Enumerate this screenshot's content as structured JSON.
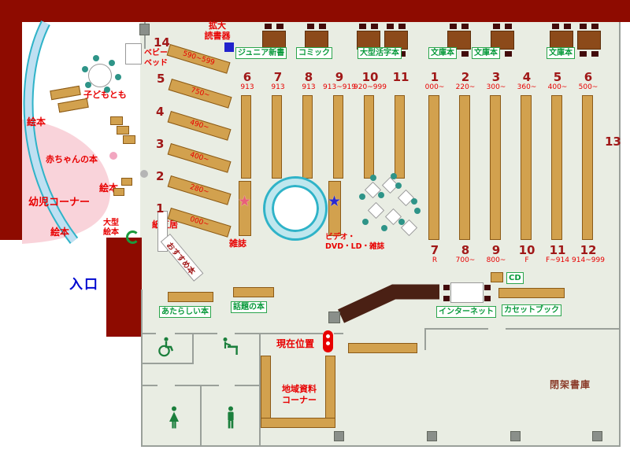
{
  "colors": {
    "wall": "#8e0b00",
    "floor": "#e9ede3",
    "shelf": "#d2a14e",
    "red_label": "#e80000",
    "green_label": "#0a9a3c",
    "entrance_blue": "#0008d0",
    "cyan": "#2fb3c8",
    "pink_zone": "#f9d3da"
  },
  "icons": {
    "star": "★"
  },
  "kids": {
    "corner": "幼児コーナー",
    "ehon_1": "絵本",
    "ehon_2": "絵本",
    "ehon_3": "絵本",
    "baby_books": "赤ちゃんの本",
    "kodomo_tomo": "子どもとも",
    "baby_bed_1": "ベビー",
    "baby_bed_2": "ベッド",
    "large_ehon_1": "大型",
    "large_ehon_2": "絵本",
    "kamishibai": "紙芝居"
  },
  "labels": {
    "entrance": "入口",
    "magnifier_1": "拡大",
    "magnifier_2": "読書器",
    "recommended": "おすすめ本",
    "magazines": "雑誌",
    "av_1": "ビデオ・",
    "av_2": "DVD・LD・雑誌",
    "new_books": "あたらしい本",
    "topic_books": "話題の本",
    "internet": "インターネット",
    "cd": "CD",
    "cassette_books": "カセットブック",
    "regional_1": "地域資料",
    "regional_2": "コーナー",
    "closed_stacks": "閉架書庫",
    "current_location": "現在位置",
    "shelf_13": "13"
  },
  "genres": [
    "ジュニア新書",
    "コミック",
    "大型活字本",
    "文庫本",
    "文庫本",
    "文庫本"
  ],
  "kids_stacks": [
    {
      "no": "14",
      "range": "590~599"
    },
    {
      "no": "5",
      "range": "750~"
    },
    {
      "no": "4",
      "range": "490~"
    },
    {
      "no": "3",
      "range": "400~"
    },
    {
      "no": "2",
      "range": "280~"
    },
    {
      "no": "1",
      "range": "000~"
    }
  ],
  "stacks_left": [
    {
      "no": "6",
      "range": "913"
    },
    {
      "no": "7",
      "range": "913"
    },
    {
      "no": "8",
      "range": "913"
    },
    {
      "no": "9",
      "range": "913~919"
    },
    {
      "no": "10",
      "range": "920~999"
    },
    {
      "no": "11",
      "range": ""
    }
  ],
  "stacks_right_top": [
    {
      "no": "1",
      "range": "000~"
    },
    {
      "no": "2",
      "range": "220~"
    },
    {
      "no": "3",
      "range": "300~"
    },
    {
      "no": "4",
      "range": "360~"
    },
    {
      "no": "5",
      "range": "400~"
    },
    {
      "no": "6",
      "range": "500~"
    }
  ],
  "stacks_right_bottom": [
    {
      "no": "7",
      "range": "R"
    },
    {
      "no": "8",
      "range": "700~"
    },
    {
      "no": "9",
      "range": "800~"
    },
    {
      "no": "10",
      "range": "F"
    },
    {
      "no": "11",
      "range": "F~914"
    },
    {
      "no": "12",
      "range": "914~999"
    }
  ]
}
